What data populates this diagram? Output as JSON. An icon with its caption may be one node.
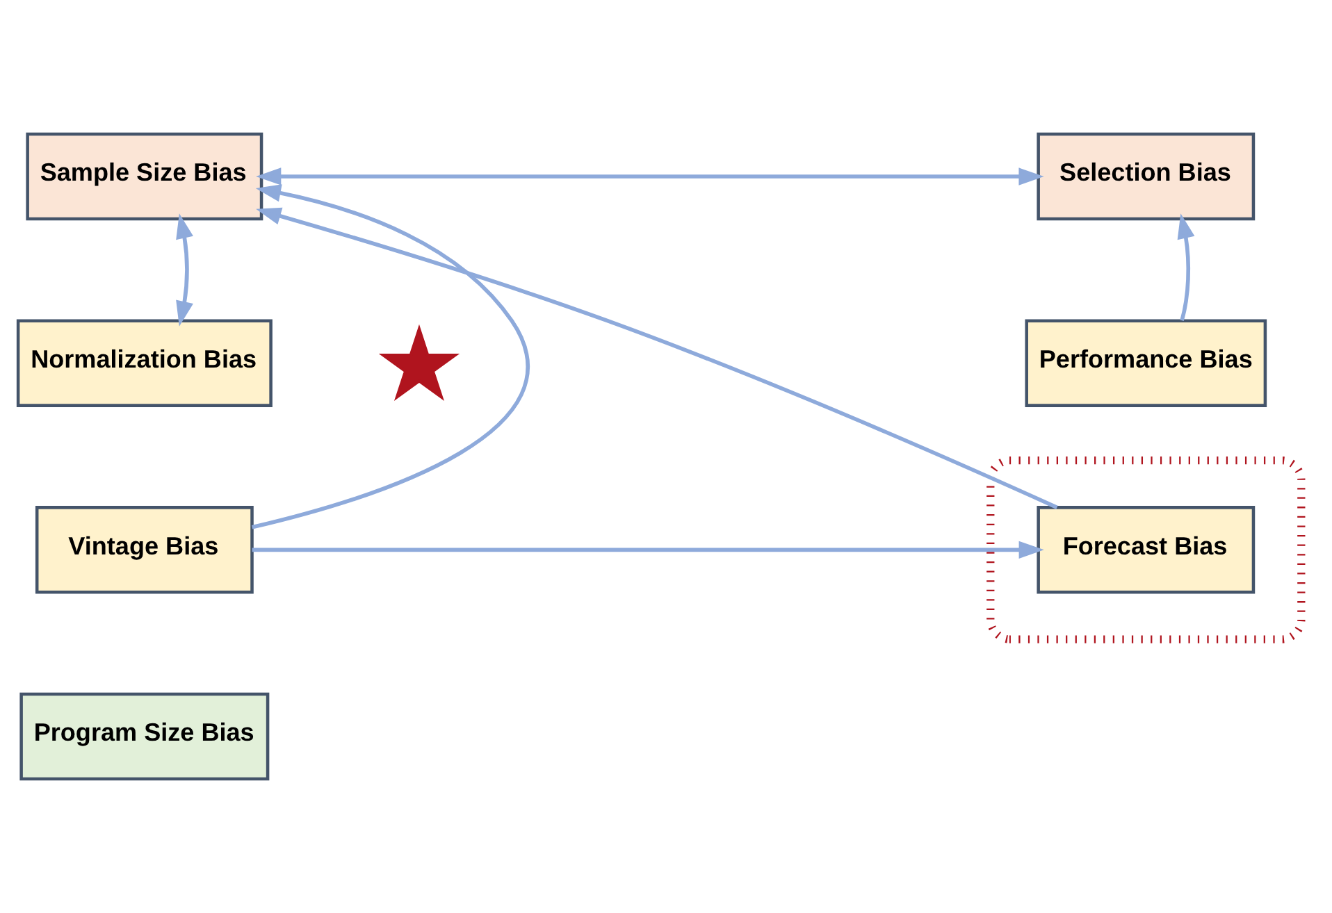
{
  "diagram": {
    "nodes": [
      {
        "text": [
          "Sample Size Bias"
        ]
      },
      {
        "text": [
          "Selection Bias"
        ]
      },
      {
        "text": [
          "Normalization Bias"
        ]
      },
      {
        "text": [],
        "shape": "star"
      },
      {
        "text": [
          "Performance Bias"
        ]
      },
      {
        "text": [
          "Vintage Bias"
        ]
      },
      {
        "text": [],
        "shape": "ellipse"
      },
      {
        "text": [
          "Forecast Bias"
        ],
        "in": 6
      },
      {
        "text": [
          "Program Size Bias"
        ]
      }
    ],
    "edges": [
      {
        "from": 0,
        "to": 1,
        "arrow": "both"
      },
      {
        "from": 0,
        "to": 2,
        "arrow": "both"
      },
      {
        "from": 5,
        "to": 0,
        "arrow": "to"
      },
      {
        "from": 7,
        "to": 0,
        "arrow": "to"
      },
      {
        "from": 4,
        "to": 1,
        "arrow": "to"
      },
      {
        "from": 5,
        "to": 7,
        "arrow": "to"
      }
    ]
  }
}
